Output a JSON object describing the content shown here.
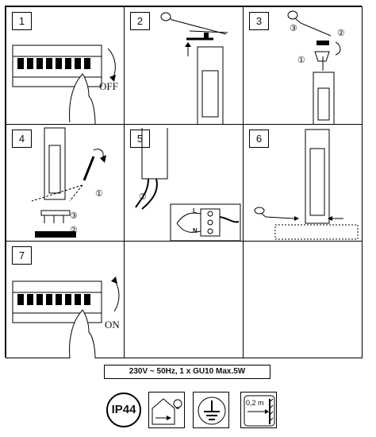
{
  "steps": [
    {
      "number": "1",
      "label": "OFF"
    },
    {
      "number": "2"
    },
    {
      "number": "3",
      "markers": [
        "③",
        "②",
        "①"
      ]
    },
    {
      "number": "4",
      "markers": [
        "①",
        "③",
        "②"
      ]
    },
    {
      "number": "5",
      "markers": [
        "②"
      ],
      "terminals": [
        "L",
        "N"
      ]
    },
    {
      "number": "6"
    },
    {
      "number": "7",
      "label": "ON"
    }
  ],
  "spec_text": "230V ~ 50Hz, 1 x GU10 Max.5W",
  "icons": {
    "ip_rating": "IP44",
    "distance": "0,2 m",
    "outdoor_icon": "house-lamp-icon",
    "ground_icon": "earth-ground-icon",
    "distance_icon": "min-distance-icon"
  }
}
